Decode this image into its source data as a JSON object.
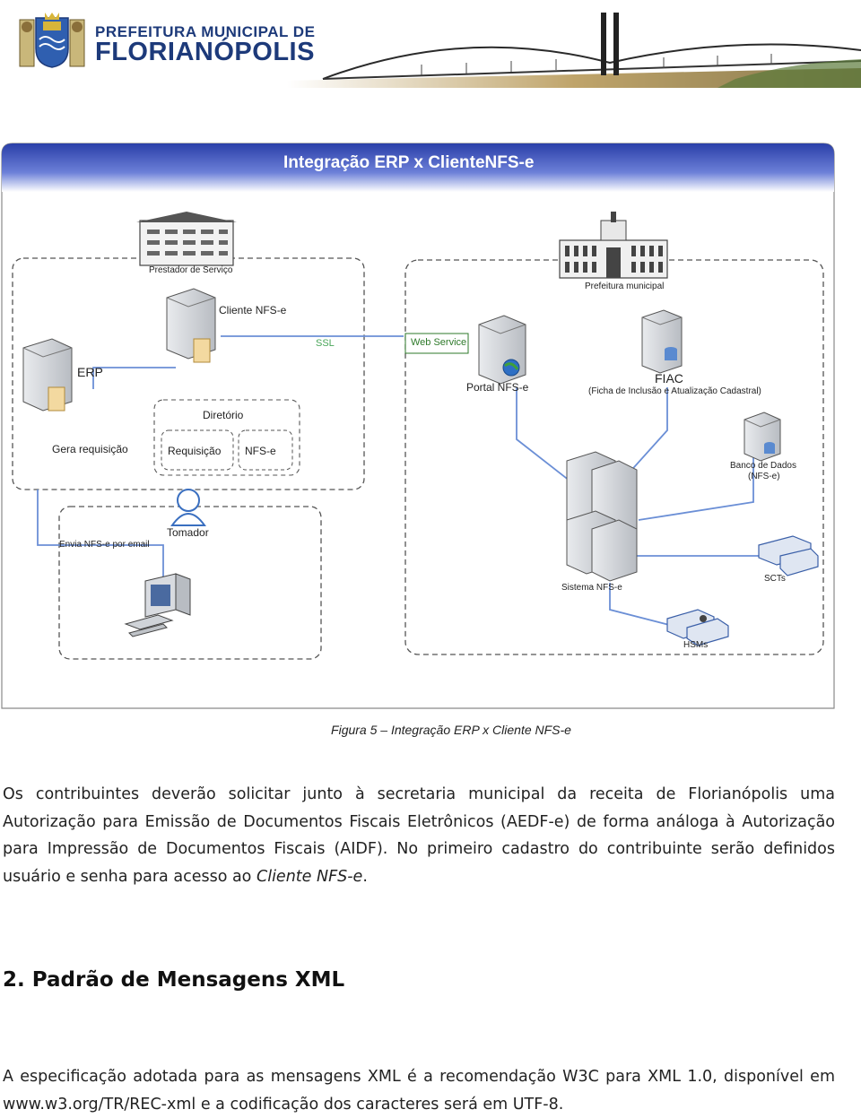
{
  "header": {
    "brand_line1": "PREFEITURA MUNICIPAL DE",
    "brand_line2": "FLORIANÓPOLIS"
  },
  "diagram": {
    "title": "Integração ERP x ClienteNFS-e",
    "labels": {
      "prestador": "Prestador de Serviço",
      "prefeitura": "Prefeitura municipal",
      "cliente_nfse": "Cliente NFS-e",
      "ssl": "SSL",
      "web_service": "Web Service",
      "erp": "ERP",
      "portal_nfse": "Portal NFS-e",
      "fiac": "FIAC",
      "fiac_desc": "(Ficha de Inclusão e Atualização Cadastral)",
      "diretorio": "Diretório",
      "gera_requisicao": "Gera requisição",
      "requisicao": "Requisição",
      "nfse": "NFS-e",
      "banco_dados": "Banco de Dados",
      "banco_dados_sub": "(NFS-e)",
      "tomador": "Tomador",
      "envia_nfse": "Envia NFS-e por email",
      "scts": "SCTs",
      "sistema_nfse": "Sistema NFS-e",
      "hsms": "HSMs"
    }
  },
  "caption": "Figura 5 – Integração ERP x Cliente NFS-e",
  "paragraph1": {
    "text": "Os contribuintes deverão solicitar junto à secretaria municipal da receita de Florianópolis uma Autorização para Emissão de Documentos Fiscais Eletrônicos (AEDF-e) de forma análoga à Autorização para Impressão de Documentos Fiscais (AIDF). No primeiro cadastro do contribuinte serão definidos usuário e senha para acesso ao",
    "emphasis": "Cliente NFS-e",
    "end": "."
  },
  "section": {
    "number": "2.",
    "title": "Padrão de Mensagens XML"
  },
  "paragraph2": "A especificação adotada para as mensagens XML é a recomendação W3C para XML 1.0, disponível em www.w3.org/TR/REC-xml e a codificação dos caracteres será em UTF-8.",
  "colors": {
    "brand_blue": "#1d3a7a",
    "diagram_title_blue": "#3a50b8",
    "connector_blue": "#6b8fd6",
    "ssl_green": "#4aa65a"
  }
}
